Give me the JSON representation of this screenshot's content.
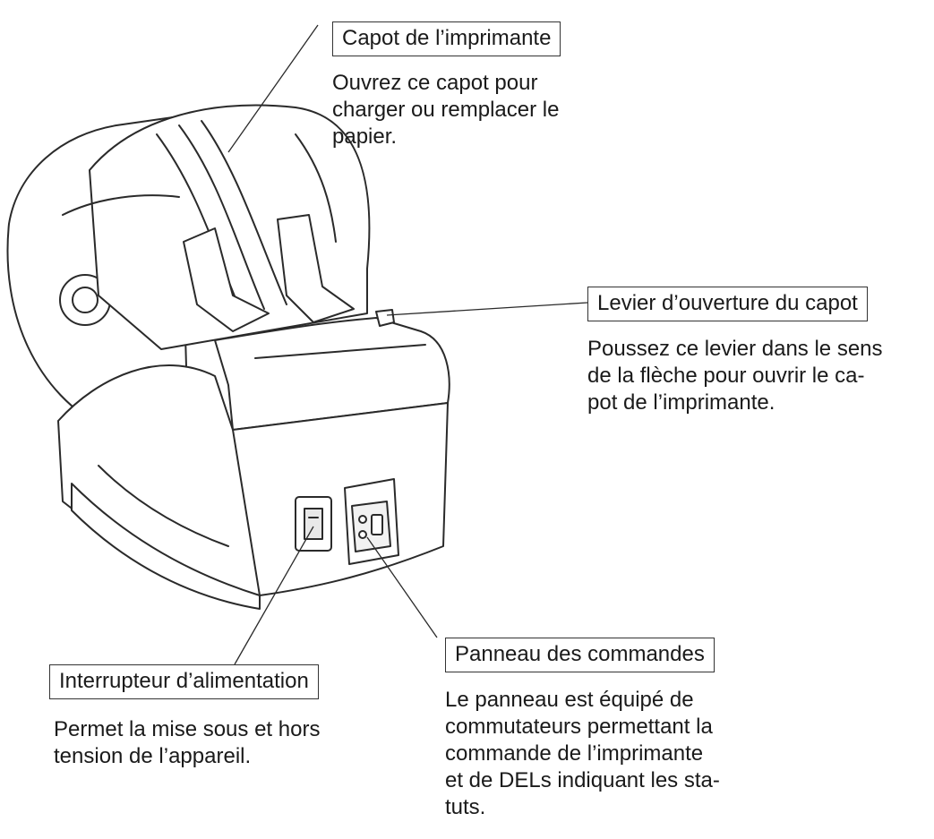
{
  "callouts": {
    "cover": {
      "title": "Capot de l’imprimante",
      "lines": [
        "Ouvrez ce capot pour",
        "charger ou remplacer le",
        "papier."
      ]
    },
    "lever": {
      "title": "Levier d’ouverture du capot",
      "lines": [
        "Poussez ce levier dans le sens",
        "de la flèche pour ouvrir le ca-",
        "pot de l’imprimante."
      ]
    },
    "power": {
      "title": "Interrupteur d’alimentation",
      "lines": [
        "Permet la mise sous et hors",
        "tension de l’appareil."
      ]
    },
    "panel": {
      "title": "Panneau des commandes",
      "lines": [
        "Le panneau est équipé de",
        "commutateurs permettant la",
        "commande de l’imprimante",
        "et de DELs indiquant les sta-",
        "tuts."
      ]
    }
  },
  "colors": {
    "line": "#2a2a2a",
    "fill": "#ffffff",
    "shade": "#efefef"
  }
}
